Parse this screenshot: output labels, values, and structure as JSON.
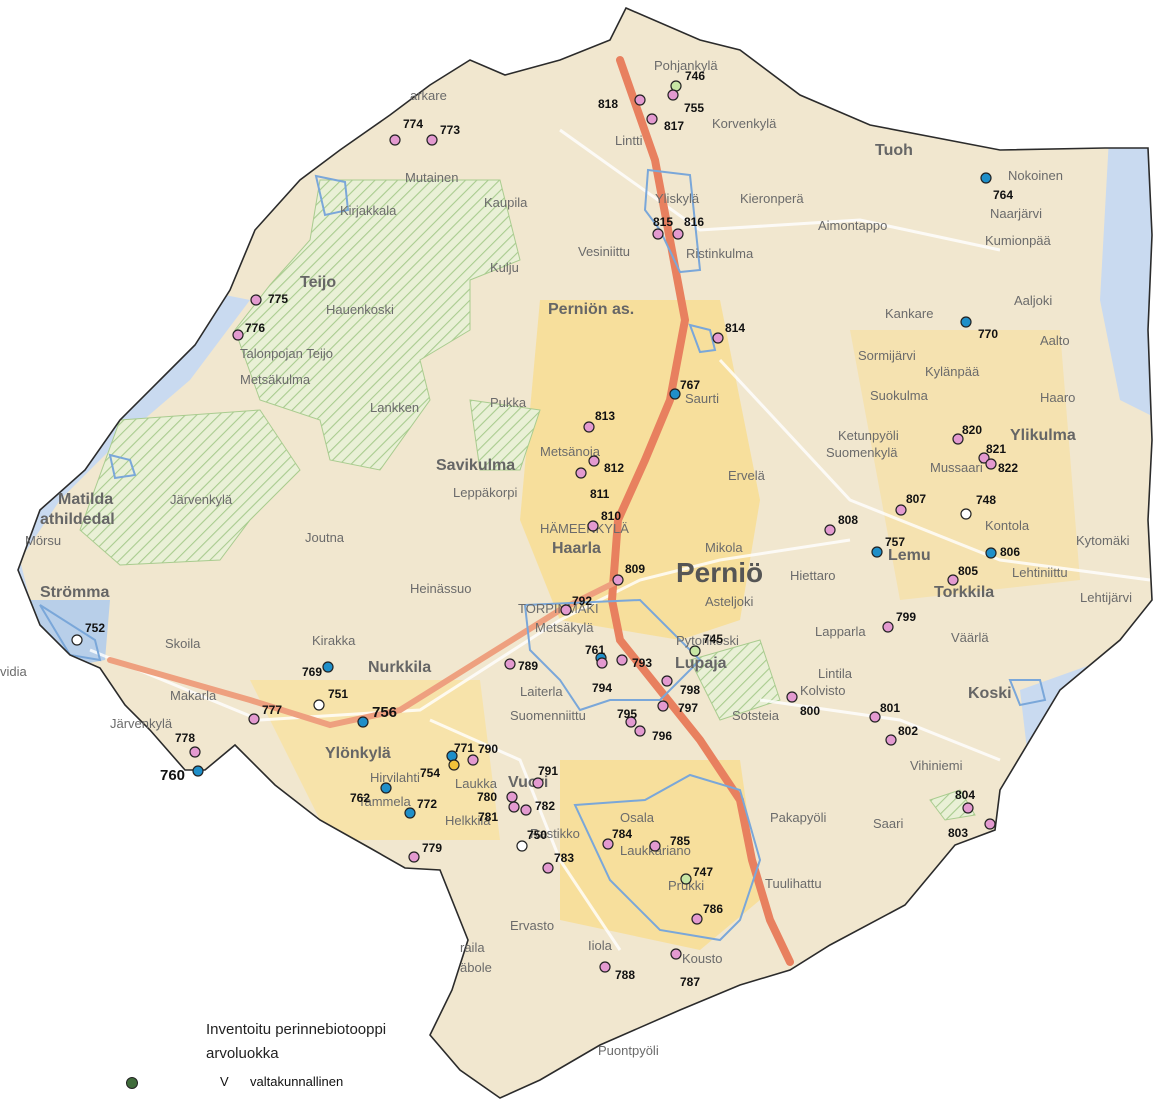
{
  "legend": {
    "title_line1": "Inventoitu perinnebiotooppi",
    "title_line2": "arvoluokka",
    "entries": [
      {
        "class": "V",
        "text": "valtakunnallinen",
        "color": "#3f6b3a"
      }
    ]
  },
  "colors": {
    "water": "#c9daf0",
    "land": "#f1e7cf",
    "built": "#f7df9c",
    "road": "#e8805f",
    "boundary": "#2b2b2b",
    "protected_hatch": "#a9cc8f",
    "area_outline": "#7aa7d9",
    "pink_site": "#e39ad0",
    "blue_site": "#1f8fc9",
    "green_site": "#c7e6a4",
    "white_site": "#ffffff",
    "yellow_site": "#f2c23a"
  },
  "places": {
    "pohjankyla": "Pohjankylä",
    "korvenkyla": "Korvenkylä",
    "lintti": "Lintti",
    "tuohi": "Tuoh",
    "nokoinen": "Nokoinen",
    "naarjarvi": "Naarjärvi",
    "kumionpaa": "Kumionpää",
    "arkare": "arkare",
    "mutainen": "Mutainen",
    "kirjakkala": "Kirjakkala",
    "kaupila": "Kaupila",
    "yliskyla": "Yliskylä",
    "kieronpera": "Kieronperä",
    "aimontappo": "Aimontappo",
    "vesiniittu": "Vesiniittu",
    "ristinkulma": "Ristinkulma",
    "teijo": "Teijo",
    "kulju": "Kulju",
    "haukenkoski": "Hauenkoski",
    "pernion_as": "Perniön as.",
    "kankare": "Kankare",
    "aaljoki": "Aaljoki",
    "aalto": "Aalto",
    "talonpojan_teijo": "Talonpojan Teijo",
    "metsakulma": "Metsäkulma",
    "sormijarvi": "Sormijärvi",
    "kylanpaa": "Kylänpää",
    "suokulma": "Suokulma",
    "haaro": "Haaro",
    "saurti": "Saurti",
    "lankken": "Lankken",
    "pukka": "Pukka",
    "metsanoja": "Metsänoja",
    "ketunpyoli": "Ketunpyöli",
    "suomenkyla": "Suomenkylä",
    "mussaari": "Mussaari",
    "ylikulma": "Ylikulma",
    "savikulma": "Savikulma",
    "matilda": "Matilda",
    "mathildedal": "athildedal",
    "jarvenkyla_w": "Järvenkylä",
    "leppakorpi": "Leppäkorpi",
    "ervela": "Ervelä",
    "morsu": "Mörsu",
    "joutna": "Joutna",
    "hameenkyla": "HÄMEENKYLÄ",
    "haarla": "Haarla",
    "mikola": "Mikola",
    "kontola": "Kontola",
    "kytomaki": "Kytomäki",
    "lemu": "Lemu",
    "hiettaro": "Hiettaro",
    "pernio": "Perniö",
    "lehtiniittu": "Lehtiniittu",
    "lehtijarvi": "Lehtijärvi",
    "heinassuo": "Heinässuo",
    "torkkila": "Torkkila",
    "strommа": "Strömma",
    "asteljoki": "Asteljoki",
    "torpinmaki": "TORPINMÄKI",
    "metsakyla": "Metsäkylä",
    "lapparla": "Lapparla",
    "vaarla": "Väärlä",
    "skoila": "Skoila",
    "kirakka": "Kirakka",
    "nurkkila": "Nurkkila",
    "pytonkoski": "Pytonkoski",
    "lupaja": "Lupaja",
    "vidia": "vidia",
    "laiterla": "Laiterla",
    "makarla": "Makarla",
    "lintila": "Lintila",
    "kolvisto": "Kolvisto",
    "koski": "Koski",
    "suomenniittu": "Suomenniittu",
    "sotsaari": "Sotsteia",
    "jarvenkyla_s": "Järvenkylä",
    "ylonkyla": "Ylönkylä",
    "vihiniemi": "Vihiniemi",
    "hirvilahti": "Hirvilahti",
    "laukka": "Laukka",
    "vuori": "Vuori",
    "tammela": "Tammela",
    "helkkila": "Helkkila",
    "pakapyoli": "Pakapyöli",
    "saari": "Saari",
    "osala": "Osala",
    "rastikko": "Rastikko",
    "laukkariano": "Laukkariano",
    "prukki": "Prukki",
    "tuulihattu": "Tuulihattu",
    "ervasto": "Ervasto",
    "iiola": "Iiola",
    "kousto": "Kousto",
    "raila": "raila",
    "abole": "äbole",
    "puontpyoli": "Puontpyöli"
  },
  "sites": [
    {
      "id": "746",
      "color": "green"
    },
    {
      "id": "755",
      "color": "pink"
    },
    {
      "id": "818",
      "color": "pink"
    },
    {
      "id": "817",
      "color": "pink"
    },
    {
      "id": "774",
      "color": "pink"
    },
    {
      "id": "773",
      "color": "pink"
    },
    {
      "id": "764",
      "color": "blue"
    },
    {
      "id": "815",
      "color": "pink"
    },
    {
      "id": "816",
      "color": "pink"
    },
    {
      "id": "775",
      "color": "pink"
    },
    {
      "id": "776",
      "color": "pink"
    },
    {
      "id": "770",
      "color": "blue"
    },
    {
      "id": "814",
      "color": "pink"
    },
    {
      "id": "767",
      "color": "blue"
    },
    {
      "id": "813",
      "color": "pink"
    },
    {
      "id": "820",
      "color": "pink"
    },
    {
      "id": "821",
      "color": "pink"
    },
    {
      "id": "822",
      "color": "pink"
    },
    {
      "id": "812",
      "color": "pink"
    },
    {
      "id": "811",
      "color": "pink"
    },
    {
      "id": "807",
      "color": "pink"
    },
    {
      "id": "748",
      "color": "white"
    },
    {
      "id": "810",
      "color": "pink"
    },
    {
      "id": "808",
      "color": "pink"
    },
    {
      "id": "757",
      "color": "blue"
    },
    {
      "id": "806",
      "color": "blue"
    },
    {
      "id": "805",
      "color": "pink"
    },
    {
      "id": "809",
      "color": "pink"
    },
    {
      "id": "792",
      "color": "pink"
    },
    {
      "id": "799",
      "color": "pink"
    },
    {
      "id": "752",
      "color": "white"
    },
    {
      "id": "745",
      "color": "green"
    },
    {
      "id": "761",
      "color": "blue"
    },
    {
      "id": "793",
      "color": "pink"
    },
    {
      "id": "794",
      "color": "pink"
    },
    {
      "id": "769",
      "color": "blue"
    },
    {
      "id": "789",
      "color": "pink"
    },
    {
      "id": "798",
      "color": "pink"
    },
    {
      "id": "751",
      "color": "white"
    },
    {
      "id": "756",
      "color": "blue"
    },
    {
      "id": "777",
      "color": "pink"
    },
    {
      "id": "800",
      "color": "pink"
    },
    {
      "id": "801",
      "color": "pink"
    },
    {
      "id": "795",
      "color": "pink"
    },
    {
      "id": "797",
      "color": "pink"
    },
    {
      "id": "796",
      "color": "pink"
    },
    {
      "id": "802",
      "color": "pink"
    },
    {
      "id": "778",
      "color": "pink"
    },
    {
      "id": "771",
      "color": "blue"
    },
    {
      "id": "790",
      "color": "pink"
    },
    {
      "id": "754",
      "color": "yellow"
    },
    {
      "id": "760",
      "color": "blue"
    },
    {
      "id": "791",
      "color": "pink"
    },
    {
      "id": "762",
      "color": "blue"
    },
    {
      "id": "772",
      "color": "blue"
    },
    {
      "id": "780",
      "color": "pink"
    },
    {
      "id": "782",
      "color": "pink"
    },
    {
      "id": "781",
      "color": "pink"
    },
    {
      "id": "804",
      "color": "pink"
    },
    {
      "id": "803",
      "color": "pink"
    },
    {
      "id": "784",
      "color": "pink"
    },
    {
      "id": "785",
      "color": "pink"
    },
    {
      "id": "750",
      "color": "white"
    },
    {
      "id": "779",
      "color": "pink"
    },
    {
      "id": "783",
      "color": "pink"
    },
    {
      "id": "747",
      "color": "green"
    },
    {
      "id": "786",
      "color": "pink"
    },
    {
      "id": "788",
      "color": "pink"
    },
    {
      "id": "787",
      "color": "pink"
    }
  ]
}
